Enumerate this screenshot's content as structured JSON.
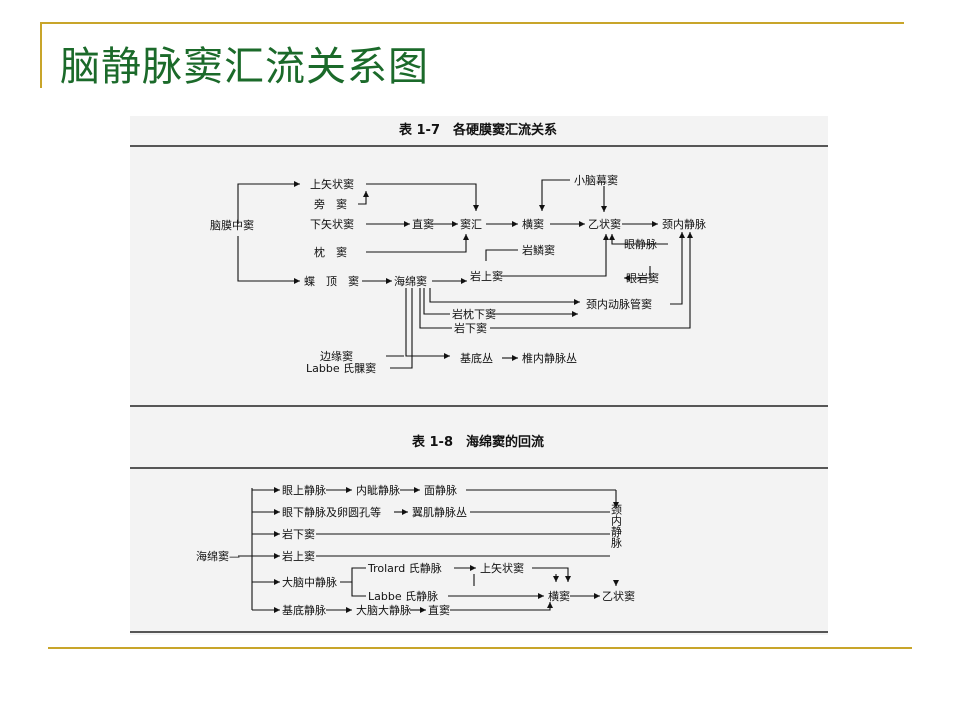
{
  "slide": {
    "title": "脑静脉窦汇流关系图"
  },
  "table_1_7": {
    "caption": "表 1-7　各硬膜窦汇流关系",
    "nodes": {
      "dural": "脑膜中窦",
      "sss": "上矢状窦",
      "para": "旁　窦",
      "iss": "下矢状窦",
      "straight": "直窦",
      "confluence": "窦汇",
      "occipital": "枕　窦",
      "transverse": "横窦",
      "tentorial": "小脑幕窦",
      "sigmoid": "乙状窦",
      "ijv": "颈内静脉",
      "petrosquamous": "岩鳞窦",
      "ophthalmic": "眼静脉",
      "sphenoparietal": "蝶　顶　窦",
      "cavernous": "海绵窦",
      "sps": "岩上窦",
      "superior_ophthalmic_sinus": "眼岩窦",
      "carotid_canal": "颈内动脉管窦",
      "petro_occipital": "岩枕下窦",
      "ips": "岩下窦",
      "marginal": "边缘窦",
      "labbe": "Labbe 氏髁窦",
      "basilar": "基底丛",
      "vertebral": "椎内静脉丛"
    }
  },
  "table_1_8": {
    "caption": "表 1-8　海绵窦的回流",
    "nodes": {
      "cavernous": "海绵窦—",
      "sup_ophthalmic": "眼上静脉",
      "angular": "内眦静脉",
      "facial": "面静脉",
      "inf_ophthalmic": "眼下静脉及卵圆孔等",
      "pterygoid": "翼肌静脉丛",
      "ips": "岩下窦",
      "sps": "岩上窦",
      "mcv": "大脑中静脉",
      "trolard": "Trolard 氏静脉",
      "sss": "上矢状窦",
      "labbe": "Labbe 氏静脉",
      "transverse": "横窦",
      "sigmoid": "乙状窦",
      "basal": "基底静脉",
      "great": "大脑大静脉",
      "straight": "直窦",
      "ijv": "颈内静脉"
    }
  }
}
